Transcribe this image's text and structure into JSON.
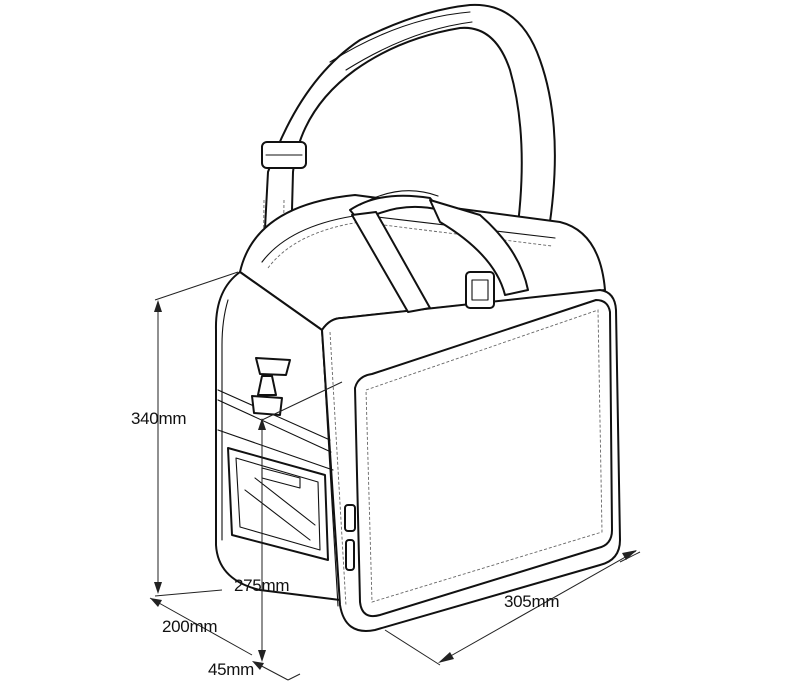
{
  "dimensions": {
    "height": "340mm",
    "inner_height": "275mm",
    "width": "305mm",
    "depth": "200mm",
    "pocket_depth": "45mm"
  }
}
